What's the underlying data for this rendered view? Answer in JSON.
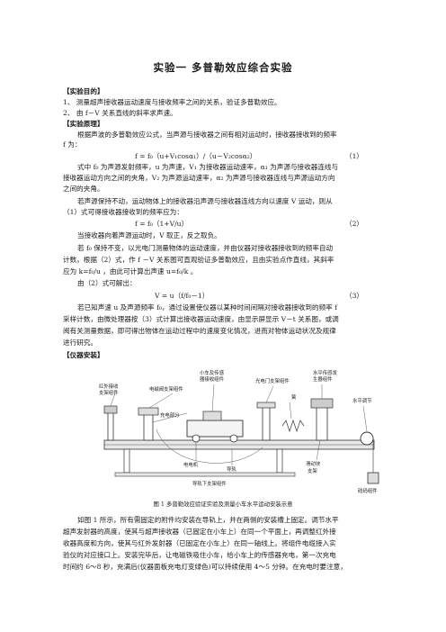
{
  "title": "实验一    多普勒效应综合实验",
  "sections": {
    "purpose": "【实验目的】",
    "principle": "【实验原理】",
    "equipment": "【仪器安装】"
  },
  "lines": {
    "p1": "1、     测量超声接收器运动速度与接收频率之间的关系，验证多普勒效应。",
    "p2": "2、     由 f－V 关系直线的斜率求声速。",
    "r1": "根据声波的多普勒效应公式，当声源与接收器之间有相对运动时，接收器接收到的频率",
    "r2": "f 为：",
    "eq1": "f = f₀（u+V₁cosα₁）/（u－V₂cosα₂）",
    "eq1n": "（1）",
    "r3": "式中 f₀ 为声源发射频率，u 为声速，V₁ 为接收器运动速率，α₁ 为声源与接收器连线与",
    "r4": "接收器运动方向之间的夹角，V₂ 为声源运动速率，α₂ 为声源与接收器连线与声源运动方向",
    "r5": "之间的夹角。",
    "r6": "若声源保持不动，运动物体上的接收器沿声源与接收器连线方向以速度 V 运动，则从",
    "r7": "（1）式可得接收器接收到的频率应为：",
    "eq2": "f = f₀（1+V/u）",
    "eq2n": "（2）",
    "r8": "当接收器向着声源运动时，V 取正，反之取负。",
    "r9": "若 f₀ 保持不变，以光电门测量物体的运动速度，并由仪器对接收器接收到的频率自动",
    "r10": "计数，根据（2）式，作 f －V 关系图可直观验证多普勒效应，且由实验点作直线，其斜率",
    "r11": "应为  k=f₀/u ，由此可计算出声速  u=f₀/k 。",
    "r12": "由（2）式可解出：",
    "eq3": "V = u（f/f₀－1）",
    "eq3n": "（3）",
    "r13": "若已知声速 u 及声源频率 f₀，通过设置使仪器以某种时间间隔对接收器接收到的频率 f",
    "r14": "采样计数，由微处理器按（3）式计算出接收器运动速度，由显示屏显示 V－t 关系图，或调",
    "r15": "阅有关测量数据，即可得出物体在运动过程中的速度变化情况，进而对物体运动状况及规律",
    "r16": "进行研究。",
    "b1": "如图 1 所示，所有需固定的附件均安装在导轨上，并在两侧的安装槽上固定。调节水平",
    "b2": "超声发射器的高度，使其与超声接收器（已固定在小车上）在同一个平面上，再调整红外接",
    "b3": "收器高度和方向，使其与红外发射器（已固定在小车上）在同一轴线上。将组件电缆接入实",
    "b4": "验仪的对应接口上。安装完毕后，让电磁铁吸住小车，给小车上的传感器充电，第一次充电",
    "b5": "时间约 6～8 秒，充满后(仪器面板充电灯变绿色)可以持续使用 4～5 分钟。在充电时要注意，"
  },
  "figure": {
    "caption": "图 1   多普勒效应验证实验及测量小车水平运动安装示意",
    "labels": {
      "ir_recv_1": "红外接收",
      "ir_recv_2": "支架组件",
      "magnet": "电磁阀支架组件",
      "charge": "充电部分",
      "car_1": "小车及传感",
      "car_2": "器接收组件",
      "photogate": "光电门支架组件",
      "spring": "簧",
      "tx_1": "水平传感发",
      "tx_2": "生器组件",
      "level": "水平调节",
      "motor": "电电机",
      "rail": "导轨",
      "bottom": "导轨下支架组件",
      "roller": "滑动块",
      "support": "支架",
      "weight": "砝码组件"
    }
  }
}
